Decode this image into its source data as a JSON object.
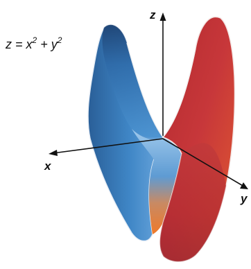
{
  "equation": {
    "lhs": "z = x",
    "exp1": "2",
    "mid": " + y",
    "exp2": "2"
  },
  "axes": {
    "z": "z",
    "x": "x",
    "y": "y"
  },
  "colors": {
    "blue_dark": "#1f4f86",
    "blue_mid": "#3f86c6",
    "blue_light": "#8cbde6",
    "red_dark": "#8c1f2a",
    "red_mid": "#c7373a",
    "orange": "#ef7a2a",
    "axis": "#111111"
  }
}
